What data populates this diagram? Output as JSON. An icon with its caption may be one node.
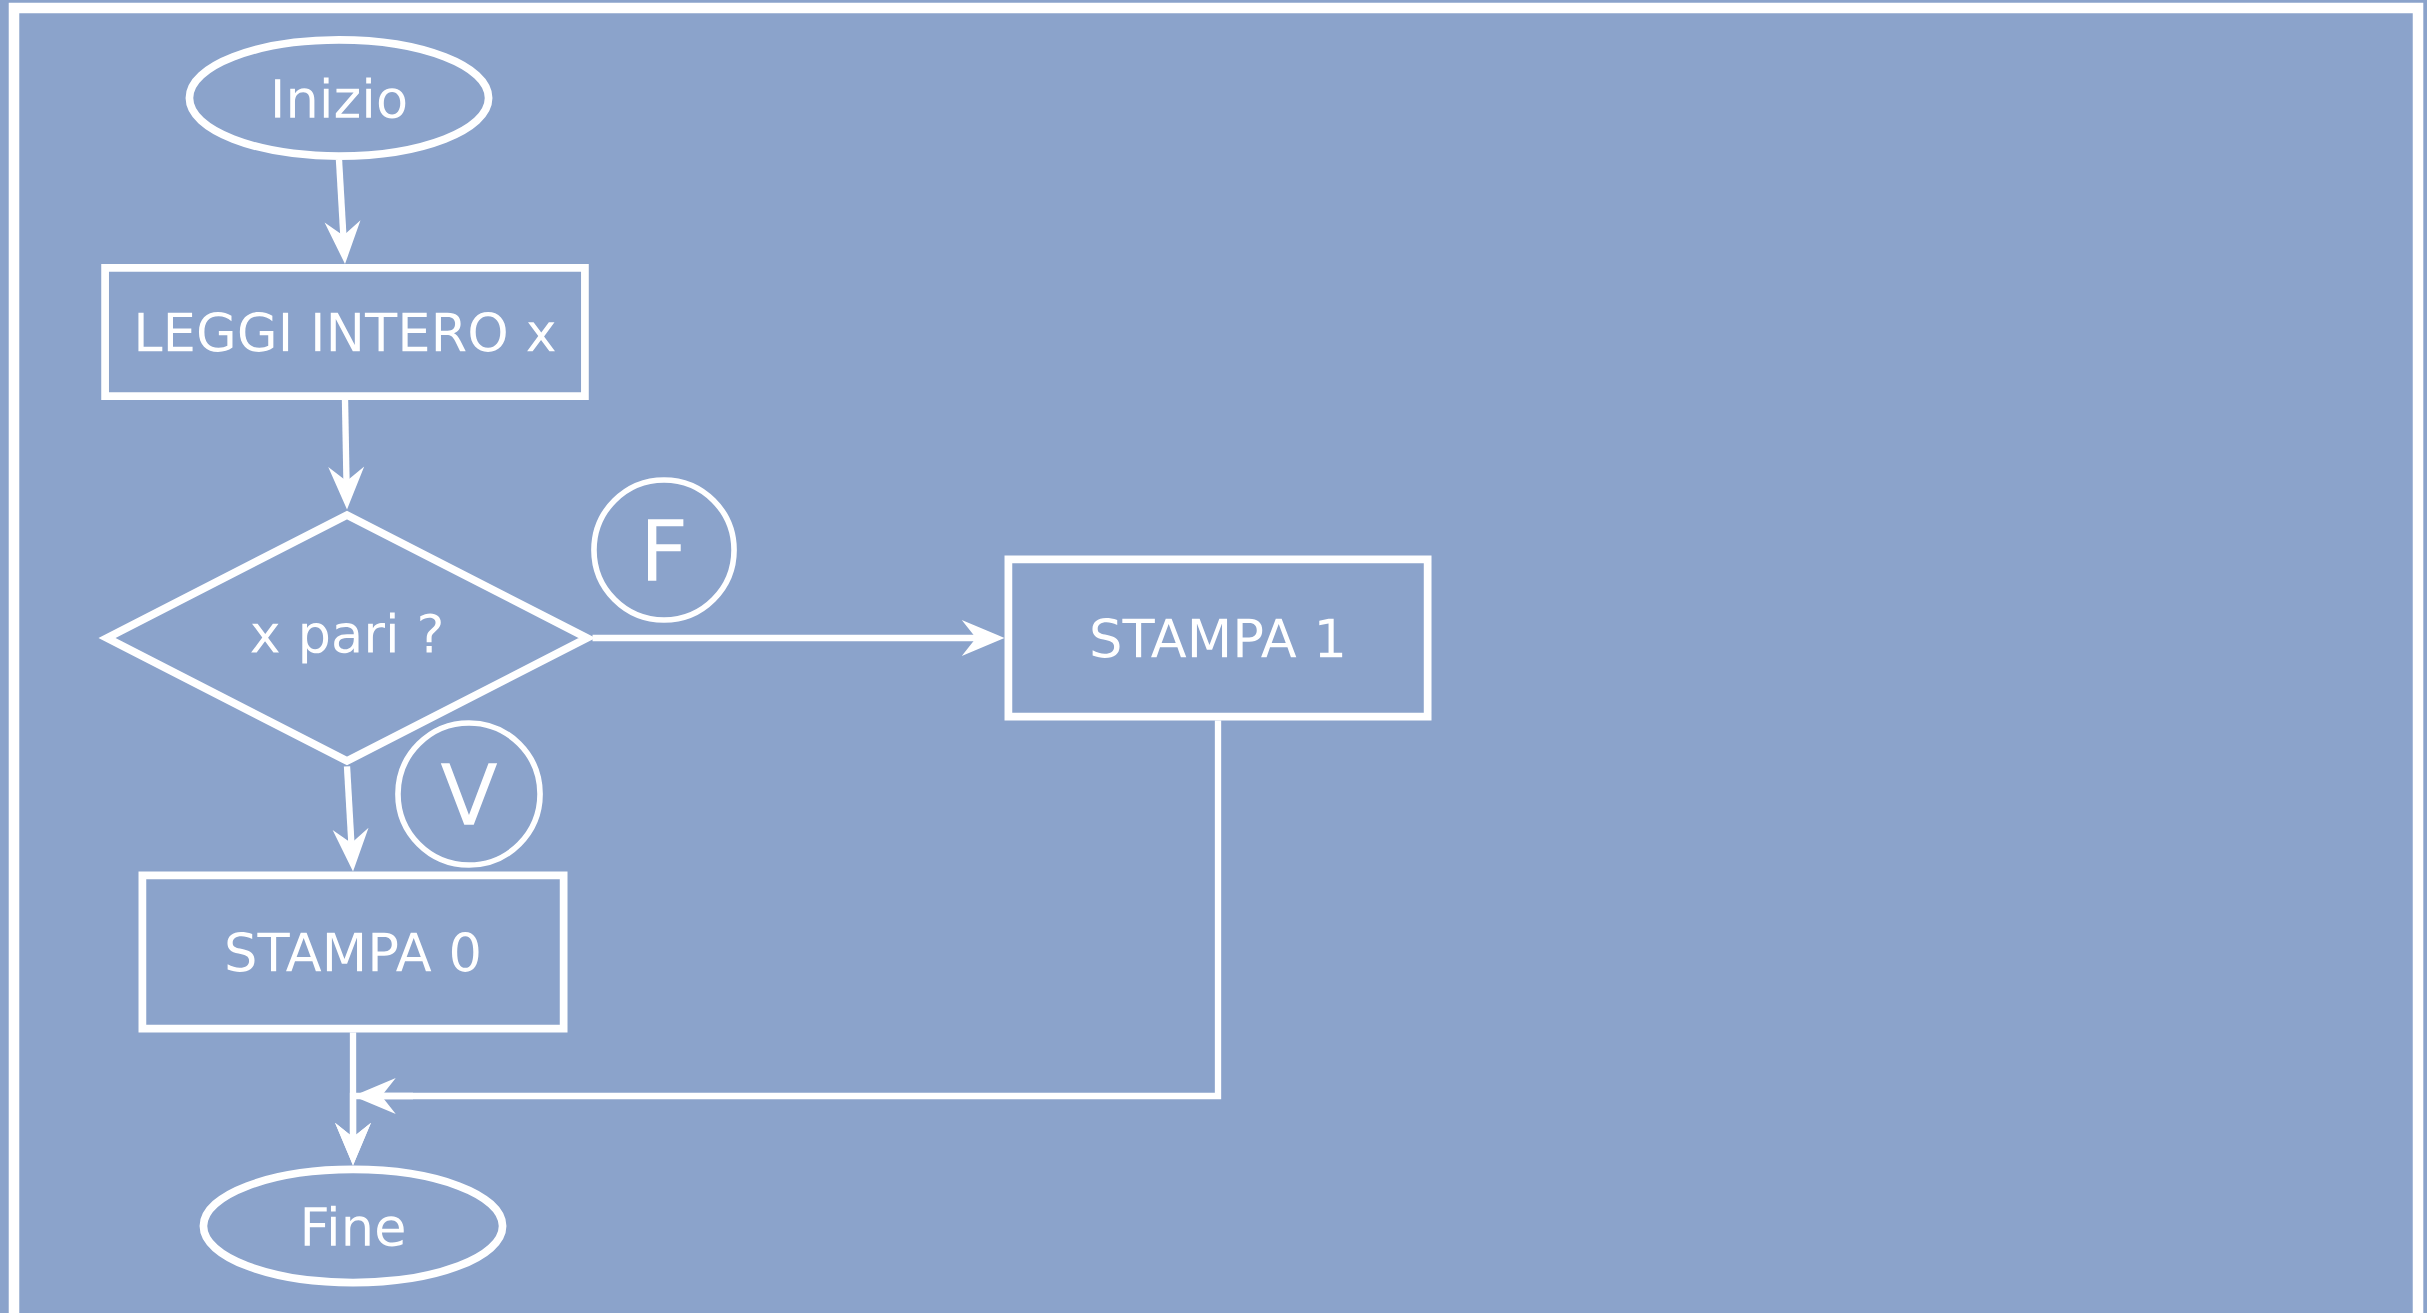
{
  "diagram": {
    "nodes": [
      {
        "text": [
          "Inizio"
        ]
      },
      {
        "text": [
          "LEGGI INTERO x"
        ]
      },
      {
        "text": [
          "x pari ?"
        ]
      },
      {
        "text": [
          "STAMPA 1"
        ]
      },
      {
        "text": [
          "STAMPA 0"
        ]
      },
      {
        "text": [
          "Fine"
        ]
      }
    ],
    "edges": [
      {
        "from": 0,
        "to": 1,
        "arrow": "to"
      },
      {
        "from": 1,
        "to": 2,
        "arrow": "to"
      },
      {
        "from": 2,
        "to": 3,
        "arrow": "to",
        "label": "F"
      },
      {
        "from": 2,
        "to": 4,
        "arrow": "to",
        "label": "V"
      },
      {
        "from": 4,
        "to": 5,
        "arrow": "to"
      },
      {
        "from": 3,
        "to": 5,
        "arrow": "to"
      }
    ]
  }
}
